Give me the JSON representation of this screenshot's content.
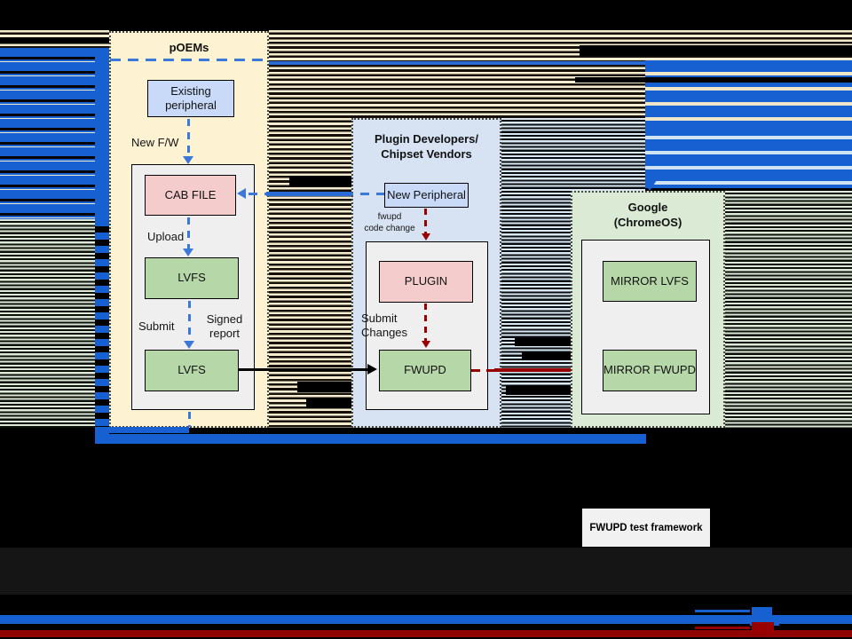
{
  "lanes": {
    "poems": {
      "title": "pOEMs"
    },
    "plugin_vendors": {
      "title": "Plugin Developers/\nChipset Vendors"
    },
    "google": {
      "title": "Google\n(ChromeOS)"
    }
  },
  "nodes": {
    "existing_peripheral": "Existing\nperipheral",
    "cab_file": "CAB FILE",
    "lvfs_upload": "LVFS",
    "lvfs_report": "LVFS",
    "new_peripheral": "New Peripheral",
    "plugin": "PLUGIN",
    "fwupd": "FWUPD",
    "mirror_lvfs": "MIRROR LVFS",
    "mirror_fwupd": "MIRROR FWUPD"
  },
  "edge_labels": {
    "new_fw": "New F/W",
    "upload": "Upload",
    "submit": "Submit",
    "signed_report": "Signed\nreport",
    "fwupd_code_change": "fwupd\ncode change",
    "submit_changes": "Submit\nChanges"
  },
  "footer": {
    "test_framework": "FWUPD test framework"
  },
  "colors": {
    "arrow_blue": "#3c78d8",
    "arrow_red": "#990000",
    "arrow_black": "#000000",
    "node_pink": "#f4cccc",
    "node_green": "#b6d7a8",
    "node_blue": "#c9daf8",
    "lane_cream": "#fdf2d2",
    "lane_blue": "#d7e3f3",
    "lane_green": "#dbead5",
    "glitch_blue": "#1760d2",
    "glitch_red": "#8f0404"
  }
}
